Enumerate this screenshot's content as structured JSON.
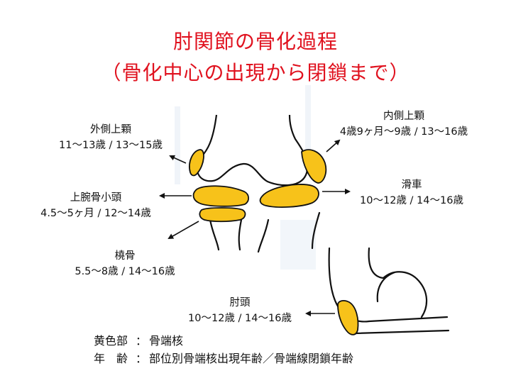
{
  "title": {
    "line1": "肘関節の骨化過程",
    "line2": "（骨化中心の出現から閉鎖まで）"
  },
  "labels": {
    "lateral_epicondyle": {
      "name": "外側上顆",
      "ages": "11〜13歳 / 13〜15歳"
    },
    "medial_epicondyle": {
      "name": "内側上顆",
      "ages": "4歳9ヶ月〜9歳 / 13〜16歳"
    },
    "capitulum": {
      "name": "上腕骨小頭",
      "ages": "4.5〜5ヶ月 / 12〜14歳"
    },
    "trochlea": {
      "name": "滑車",
      "ages": "10〜12歳 / 14〜16歳"
    },
    "radial_head": {
      "name": "橈骨",
      "ages": "5.5〜8歳 / 14〜16歳"
    },
    "olecranon": {
      "name": "肘頭",
      "ages": "10〜12歳 / 14〜16歳"
    }
  },
  "legend": {
    "row1": {
      "key": "黄色部",
      "sep": "：",
      "value": "骨端核"
    },
    "row2": {
      "key": "年　齢",
      "sep": "：",
      "value": "部位別骨端核出現年齢／骨端線閉鎖年齢"
    }
  },
  "colors": {
    "title": "#e0121f",
    "ossification_yellow": "#f7c21a",
    "bone_outline": "#111111",
    "bone_shadow": "#e4ecf4"
  }
}
